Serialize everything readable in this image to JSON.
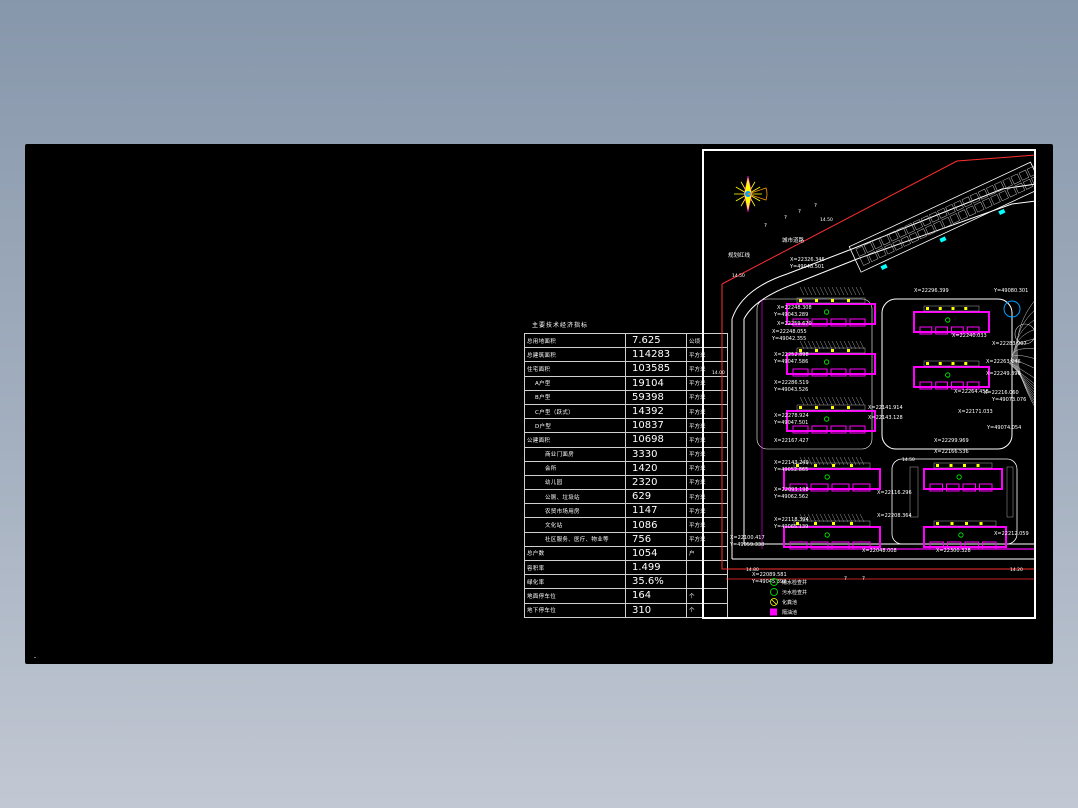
{
  "table": {
    "title": "主要技术经济指标",
    "rows": [
      {
        "label": "总用地面积",
        "value": "7.625",
        "unit": "公顷",
        "indent": 0
      },
      {
        "label": "总建筑面积",
        "value": "114283",
        "unit": "平方米",
        "indent": 0
      },
      {
        "label": "住宅面积",
        "value": "103585",
        "unit": "平方米",
        "indent": 0
      },
      {
        "label": "A户型",
        "value": "19104",
        "unit": "平方米",
        "indent": 1
      },
      {
        "label": "B户型",
        "value": "59398",
        "unit": "平方米",
        "indent": 1
      },
      {
        "label": "C户型（跃式）",
        "value": "14392",
        "unit": "平方米",
        "indent": 1
      },
      {
        "label": "D户型",
        "value": "10837",
        "unit": "平方米",
        "indent": 1
      },
      {
        "label": "公建面积",
        "value": "10698",
        "unit": "平方米",
        "indent": 0
      },
      {
        "label": "商业门面房",
        "value": "3330",
        "unit": "平方米",
        "indent": 2
      },
      {
        "label": "会所",
        "value": "1420",
        "unit": "平方米",
        "indent": 2
      },
      {
        "label": "幼儿园",
        "value": "2320",
        "unit": "平方米",
        "indent": 2
      },
      {
        "label": "公厕、垃圾站",
        "value": "629",
        "unit": "平方米",
        "indent": 2
      },
      {
        "label": "农贸市场用房",
        "value": "1147",
        "unit": "平方米",
        "indent": 2
      },
      {
        "label": "文化站",
        "value": "1086",
        "unit": "平方米",
        "indent": 2
      },
      {
        "label": "社区服务、医疗、物业等",
        "value": "756",
        "unit": "平方米",
        "indent": 2
      },
      {
        "label": "总户数",
        "value": "1054",
        "unit": "户",
        "indent": 0
      },
      {
        "label": "容积率",
        "value": "1.499",
        "unit": "",
        "indent": 0
      },
      {
        "label": "绿化率",
        "value": "35.6%",
        "unit": "",
        "indent": 0
      },
      {
        "label": "地面停车位",
        "value": "164",
        "unit": "个",
        "indent": 0
      },
      {
        "label": "地下停车位",
        "value": "310",
        "unit": "个",
        "indent": 0
      }
    ]
  },
  "plan": {
    "coord_labels": [
      "X=22326.346",
      "Y=49048.501",
      "X=22248.308",
      "Y=49043.289",
      "X=22259.670",
      "X=22248.055",
      "Y=49042.355",
      "X=22252.898",
      "Y=49047.586",
      "X=22286.519",
      "Y=49043.526",
      "X=22278.924",
      "Y=49047.501",
      "X=22167.427",
      "X=22143.249",
      "Y=49052.865",
      "X=22093.198",
      "Y=49062.562",
      "X=22118.394",
      "Y=49065.139",
      "X=22100.417",
      "Y=49059.338",
      "X=22089.581",
      "Y=49045.392",
      "X=22296.399",
      "Y=49080.301",
      "X=22240.033",
      "X=22264.458",
      "X=22216.060",
      "Y=49073.076",
      "X=22171.033",
      "X=22141.914",
      "X=22143.128",
      "X=22116.296",
      "X=22208.364",
      "X=22299.969",
      "X=22166.536",
      "X=22048.008",
      "X=22300.328",
      "Y=49074.054",
      "X=22263.046",
      "X=22249.396",
      "X=22283.907",
      "X=22212.059"
    ],
    "legend": [
      {
        "label": "雨水检查井",
        "color": "#00ff00"
      },
      {
        "label": "污水检查井",
        "color": "#00ff00"
      },
      {
        "label": "化粪池",
        "color": "#ffff00"
      },
      {
        "label": "隔油池",
        "color": "#ff00ff"
      }
    ],
    "road_labels": [
      "14.50",
      "14.50",
      "14.00",
      "14.50",
      "14.20",
      "14.80"
    ],
    "misc_labels": [
      "城市道路",
      "规划红线",
      "?",
      "?",
      "?",
      "?",
      "?",
      "?"
    ]
  },
  "colors": {
    "background_top": "#8797ab",
    "canvas": "#000000",
    "building": "#ff00ff",
    "boundary": "#ff3030",
    "road": "#ffffff",
    "green": "#00ff00",
    "cyan": "#00ffff",
    "yellow": "#ffff00"
  }
}
